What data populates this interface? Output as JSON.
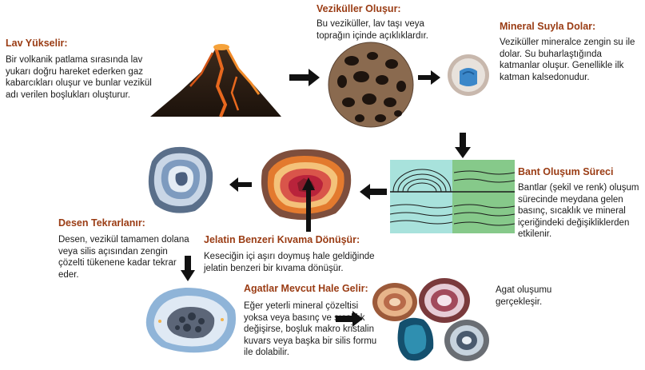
{
  "steps": {
    "lava": {
      "title": "Lav Yükselir:",
      "text": "Bir volkanik patlama sırasında lav yukarı doğru hareket ederken gaz kabarcıkları oluşur ve bunlar vezikül adı verilen boşlukları oluşturur."
    },
    "vesicles": {
      "title": "Veziküller Oluşur:",
      "text": "Bu veziküller, lav taşı veya toprağın içinde açıklıklardır."
    },
    "mineral": {
      "title": "Mineral Suyla Dolar:",
      "text": "Veziküller mineralce zengin su ile dolar. Su buharlaştığında katmanlar oluşur. Genellikle ilk katman kalsedonudur."
    },
    "band": {
      "title": "Bant Oluşum Süreci",
      "text": "Bantlar (şekil ve renk) oluşum sürecinde  meydana gelen basınç, sıcaklık ve mineral içeriğindeki değişikliklerden etkilenir."
    },
    "gel": {
      "title": "Jelatin Benzeri Kıvama Dönüşür:",
      "text": "Keseciğin içi aşırı doymuş hale geldiğinde jelatin benzeri bir kıvama dönüşür."
    },
    "pattern": {
      "title": "Desen Tekrarlanır:",
      "text": "Desen, vezikül tamamen dolana veya silis açısından zengin çözelti tükenene kadar tekrar eder."
    },
    "agate": {
      "title": "Agatlar Mevcut Hale Gelir:",
      "text": "Eğer yeterli mineral çözeltisi yoksa veya basınç ve sıcaklık değişirse, boşluk makro kristalin kuvars veya başka bir silis formu ile dolabilir."
    },
    "final": {
      "text": "Agat oluşumu gerçekleşir."
    }
  },
  "colors": {
    "title": "#9a3c14",
    "arrow": "#111111",
    "band_left_bg": "#a8e2dc",
    "band_right_bg": "#86c98a"
  }
}
